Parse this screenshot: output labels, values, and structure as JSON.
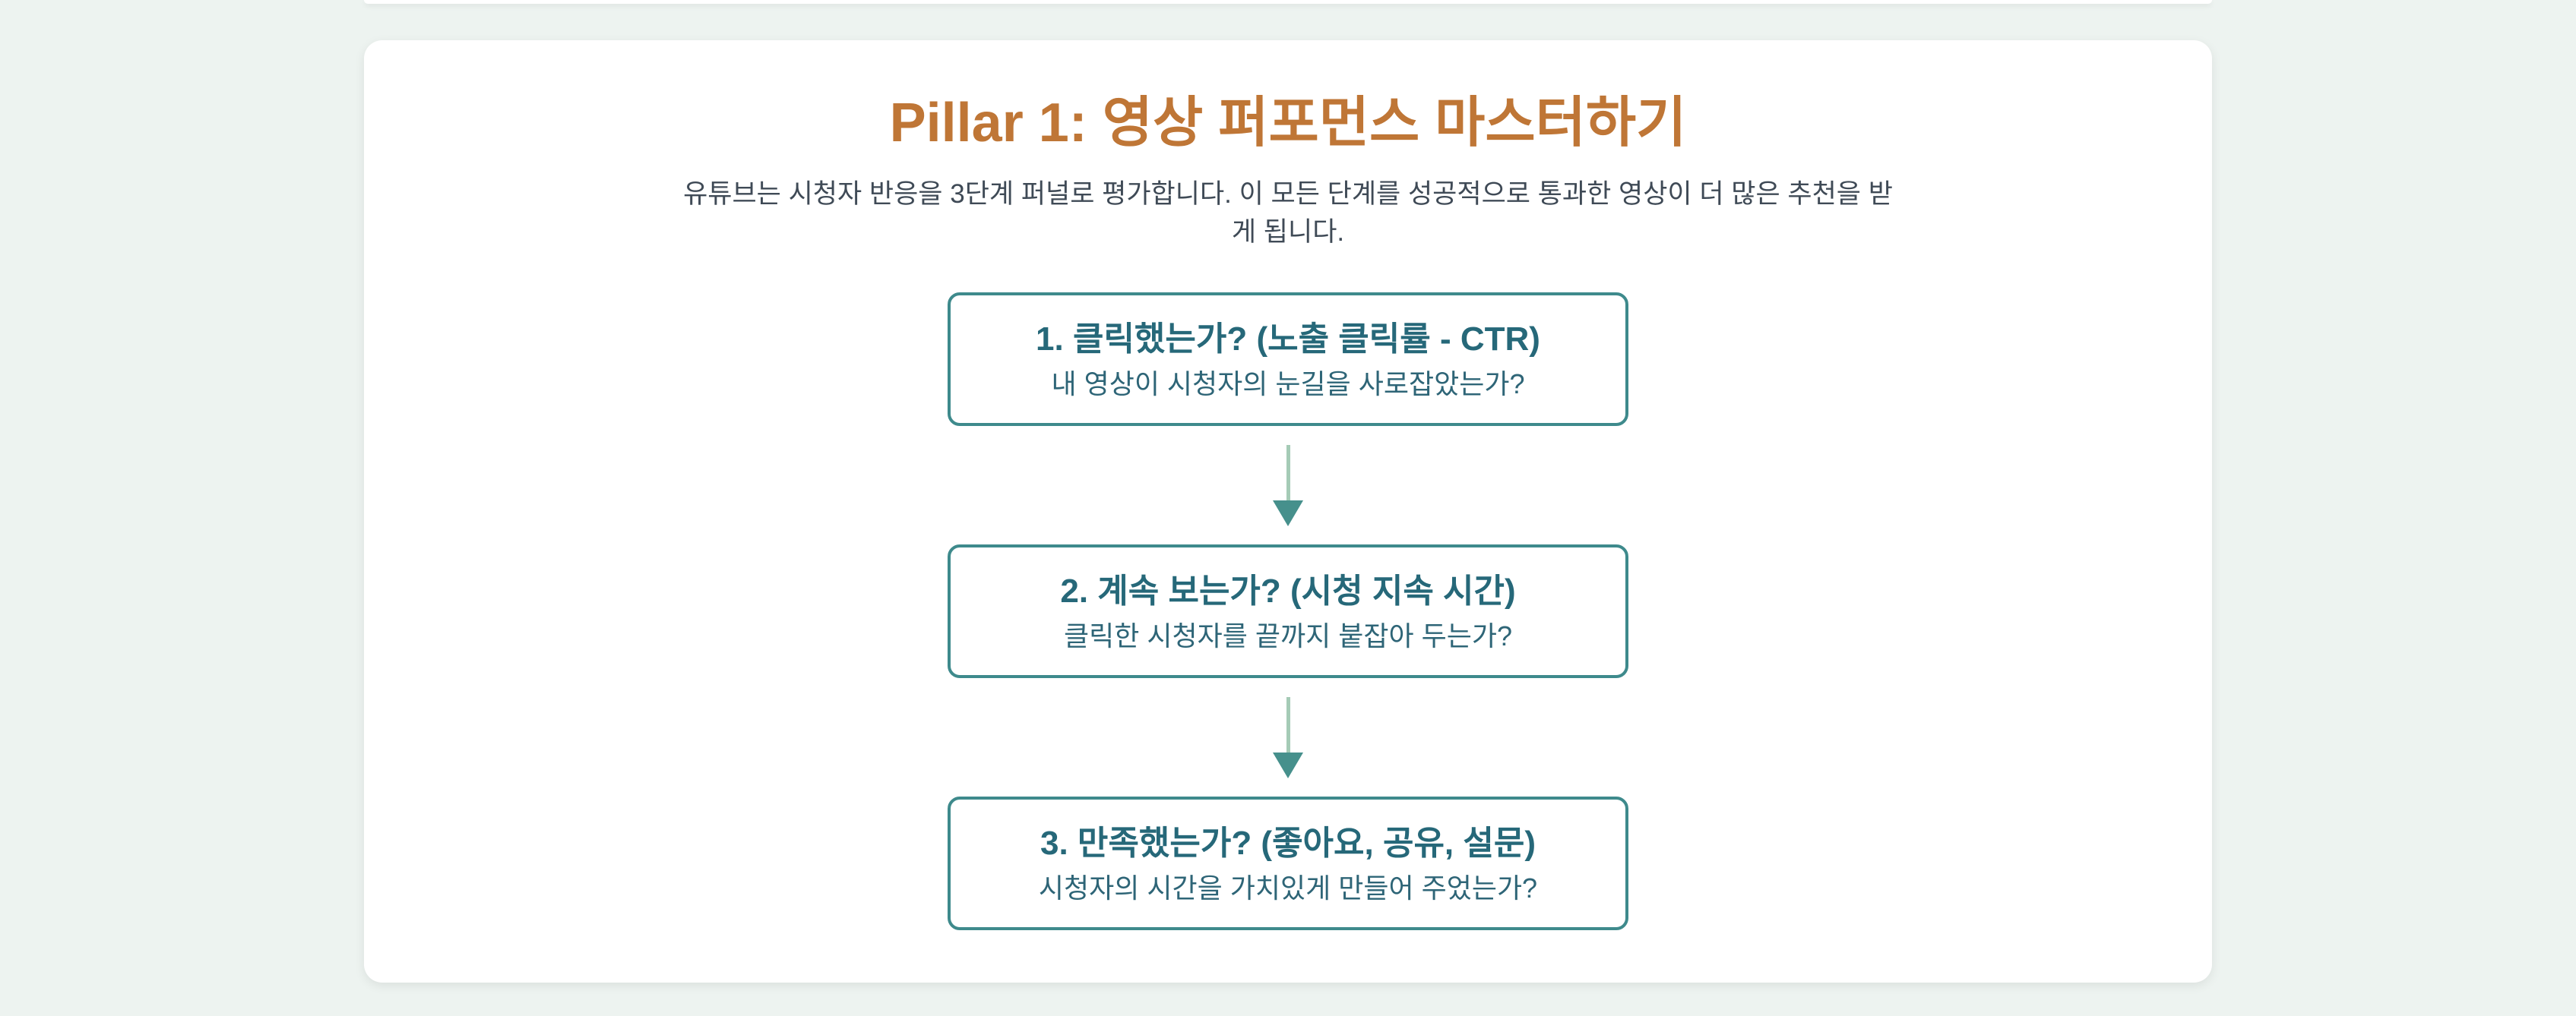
{
  "page": {
    "title": "Pillar 1: 영상 퍼포먼스 마스터하기",
    "subtitle": "유튜브는 시청자 반응을 3단계 퍼널로 평가합니다. 이 모든 단계를 성공적으로 통과한 영상이 더 많은 추천을 받게 됩니다."
  },
  "funnel": {
    "steps": [
      {
        "heading": "1. 클릭했는가? (노출 클릭률 - CTR)",
        "description": "내 영상이 시청자의 눈길을 사로잡았는가?"
      },
      {
        "heading": "2. 계속 보는가? (시청 지속 시간)",
        "description": "클릭한 시청자를 끝까지 붙잡아 두는가?"
      },
      {
        "heading": "3. 만족했는가? (좋아요, 공유, 설문)",
        "description": "시청자의 시간을 가치있게 만들어 주었는가?"
      }
    ]
  },
  "colors": {
    "page_background": "#edf3f0",
    "card_background": "#ffffff",
    "title_accent": "#bf7636",
    "subtitle_text": "#3f4a56",
    "box_border": "#3e8a8c",
    "box_heading_text": "#266879",
    "box_description_text": "#2e6577",
    "arrow_shaft": "#a5cbb6",
    "arrow_head": "#46908c"
  }
}
